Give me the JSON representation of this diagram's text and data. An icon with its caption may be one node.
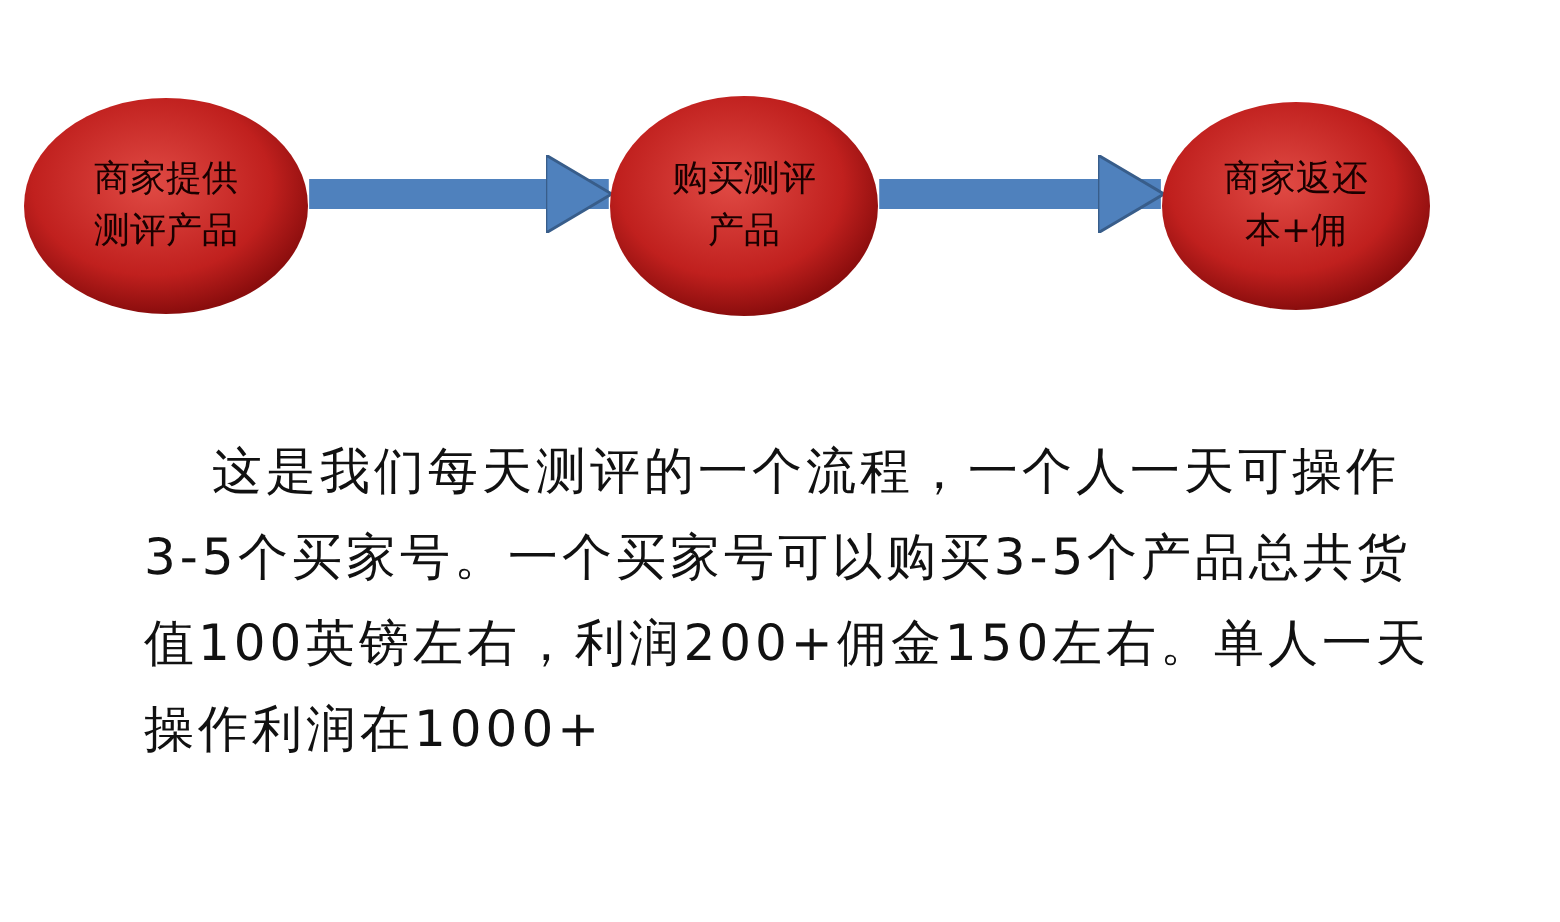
{
  "diagram": {
    "nodes": [
      {
        "text": [
          "商家提供测评产品"
        ]
      },
      {
        "text": [
          "购买测评产品"
        ]
      },
      {
        "text": [
          "商家返还本+佣"
        ]
      }
    ],
    "edges": [
      {
        "from": 0,
        "to": 1,
        "arrow": "to"
      },
      {
        "from": 1,
        "to": 2,
        "arrow": "to"
      }
    ],
    "labels": [
      "这是我们每天测评的一个流程，一个人一天可操作3-5个买家号。一个买家号可以购买3-5个产品总共货值100英镑左右，利润200+佣金150左右。单人一天操作利润在1000+"
    ]
  }
}
